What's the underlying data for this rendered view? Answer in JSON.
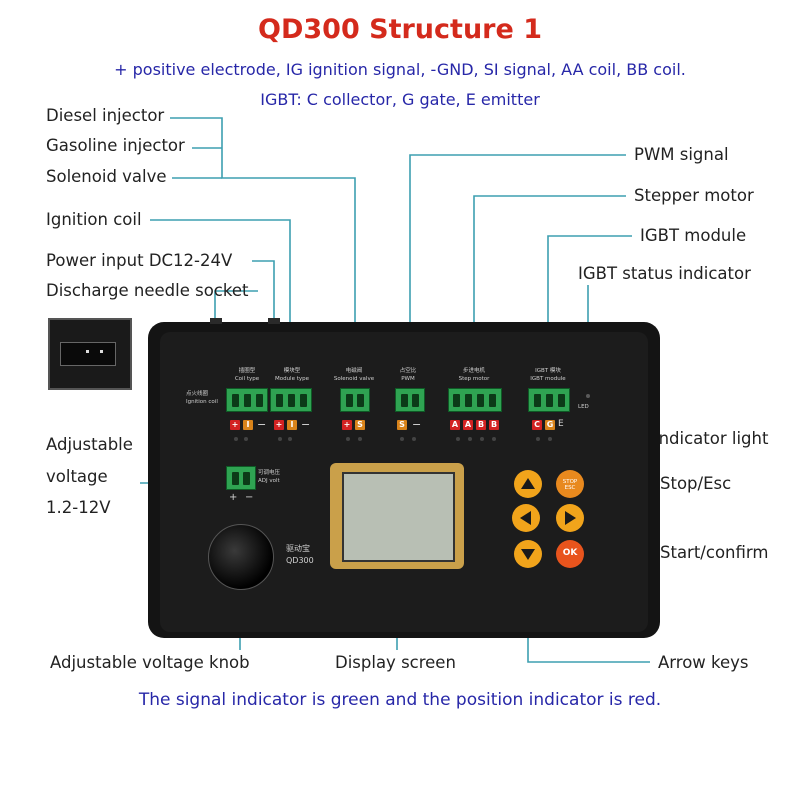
{
  "title": "QD300 Structure 1",
  "subtitle_line1": "+ positive electrode, IG ignition signal, -GND, SI signal, AA coil, BB coil.",
  "subtitle_line2": "IGBT: C collector, G gate, E emitter",
  "labels": {
    "diesel_injector": "Diesel injector",
    "gasoline_injector": "Gasoline injector",
    "solenoid_valve": "Solenoid valve",
    "ignition_coil": "Ignition coil",
    "power_input": "Power input  DC12-24V",
    "discharge_needle_socket": "Discharge needle socket",
    "adjustable_voltage_1": "Adjustable",
    "adjustable_voltage_2": "voltage",
    "adjustable_voltage_3": "1.2-12V",
    "pwm_signal": "PWM signal",
    "stepper_motor": "Stepper motor",
    "igbt_module": "IGBT module",
    "igbt_status_indicator": "IGBT status indicator",
    "indicator_light": "indicator light",
    "stop_esc": "Stop/Esc",
    "start_confirm": "Start/confirm",
    "adjustable_voltage_knob": "Adjustable voltage knob",
    "display_screen": "Display screen",
    "arrow_keys": "Arrow keys"
  },
  "footer": "The signal indicator is green and the position indicator is red.",
  "device": {
    "model_cn": "驱动宝",
    "model": "QD300",
    "ignition_cn": "点火线圈",
    "ignition_en": "Ignition coil",
    "coil_type_cn": "插圈型",
    "coil_type_en": "Coil type",
    "module_type_cn": "模块型",
    "module_type_en": "Module type",
    "solenoid_cn": "电磁阀",
    "solenoid_en": "Solenoid valve",
    "pwm_cn": "占空比",
    "pwm_en": "PWM",
    "stepper_cn": "步进电机",
    "stepper_en": "Step motor",
    "igbt_cn": "IGBT 模块",
    "igbt_en": "IGBT module",
    "led": "LED",
    "adj_cn": "可调电压",
    "adj_en": "ADJ volt",
    "plus": "+",
    "minus": "−",
    "stop_btn": "STOP ESC",
    "ok_btn": "OK",
    "e_mark": "E"
  },
  "colors": {
    "title": "#d42a1c",
    "subtitle": "#2727a8",
    "terminal": "#2fa352",
    "button": "#f1a41b",
    "ok_button": "#e8541d"
  }
}
